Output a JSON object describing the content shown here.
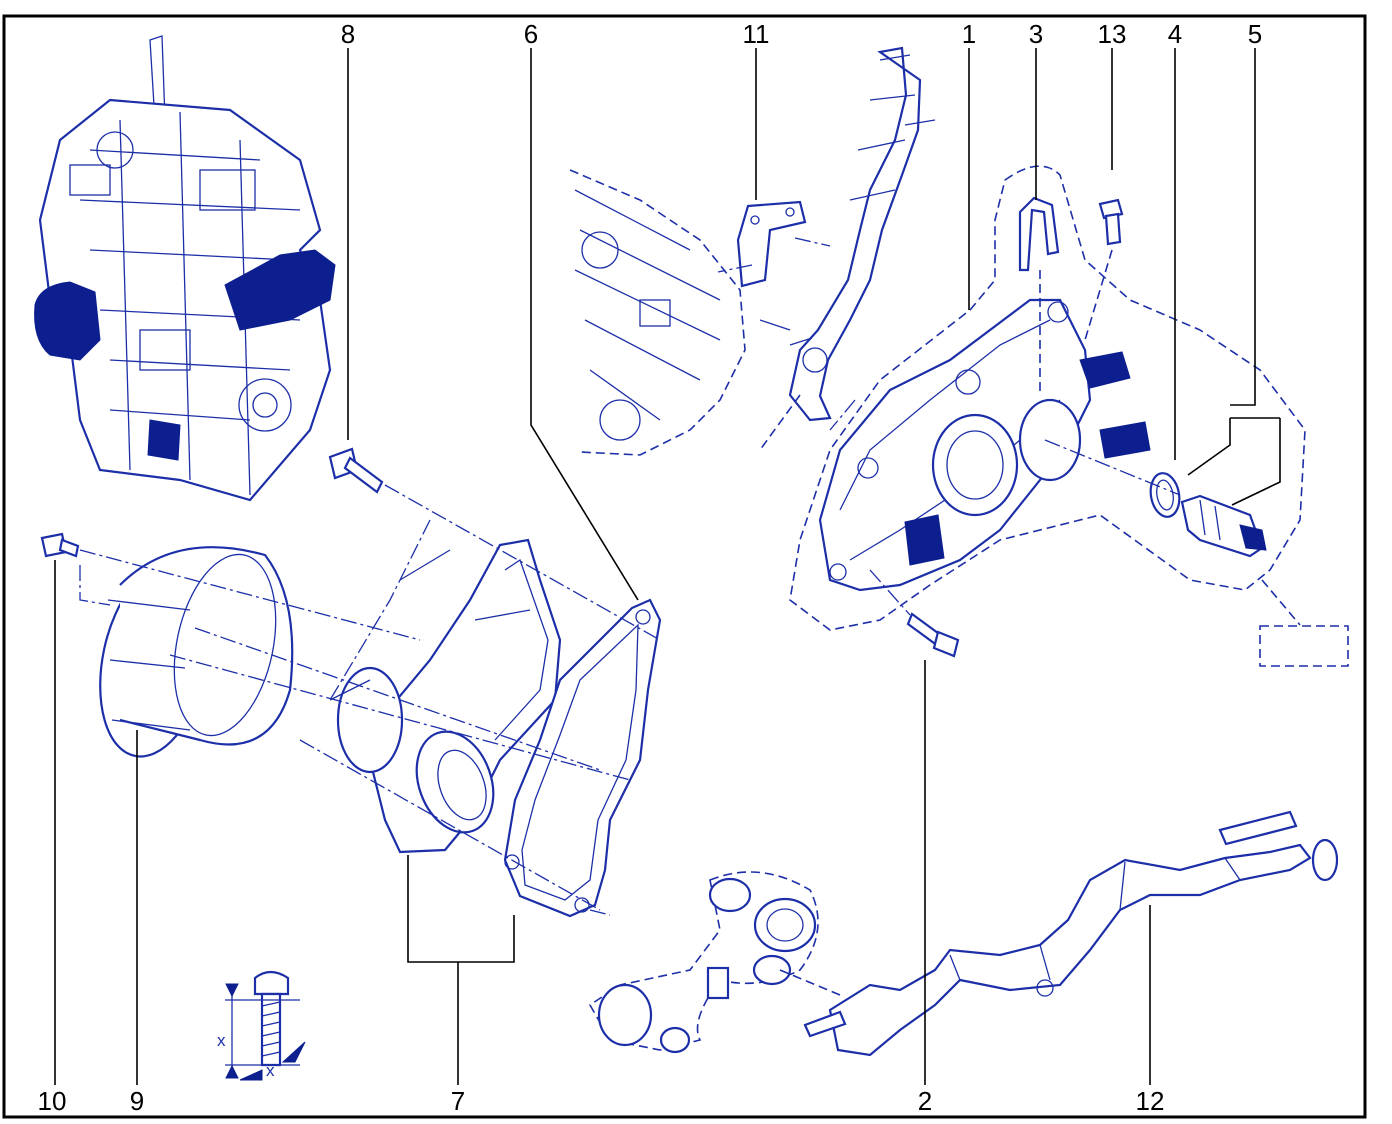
{
  "diagram": {
    "callouts": {
      "c1": "1",
      "c2": "2",
      "c3": "3",
      "c4": "4",
      "c5": "5",
      "c6": "6",
      "c7": "7",
      "c8": "8",
      "c9": "9",
      "c10": "10",
      "c11": "11",
      "c12": "12",
      "c13": "13"
    },
    "bolt_dimension_label": "x",
    "line_color": "#1c2fa8",
    "fill_color": "#0d1f8f",
    "frame_color": "#000000"
  }
}
